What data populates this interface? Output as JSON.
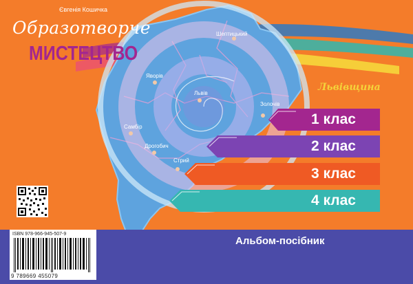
{
  "author": "Євгенія Кошичка",
  "title_line1": "Образотворче",
  "title_line2": "МИСТЕЦТВО",
  "region": "Львівщина",
  "cities": [
    "Шептицький",
    "Яворів",
    "Львів",
    "Золочів",
    "Самбір",
    "Дрогобич",
    "Стрий"
  ],
  "grades": [
    {
      "label": "1 клас",
      "color": "#a3268f"
    },
    {
      "label": "2 клас",
      "color": "#7c44b3"
    },
    {
      "label": "3 клас",
      "color": "#ef5a24"
    },
    {
      "label": "4 клас",
      "color": "#36b7b1"
    }
  ],
  "isbn": "ISBN 978-966-945-507-9",
  "barcode_number": "9 789669 455079",
  "album": "Альбом-посібник",
  "colors": {
    "background": "#f47c2a",
    "bottom_band": "#4b4ba8",
    "map": "#5ea3de",
    "title_purple": "#a3268f",
    "region_yellow": "#f5d33a"
  }
}
